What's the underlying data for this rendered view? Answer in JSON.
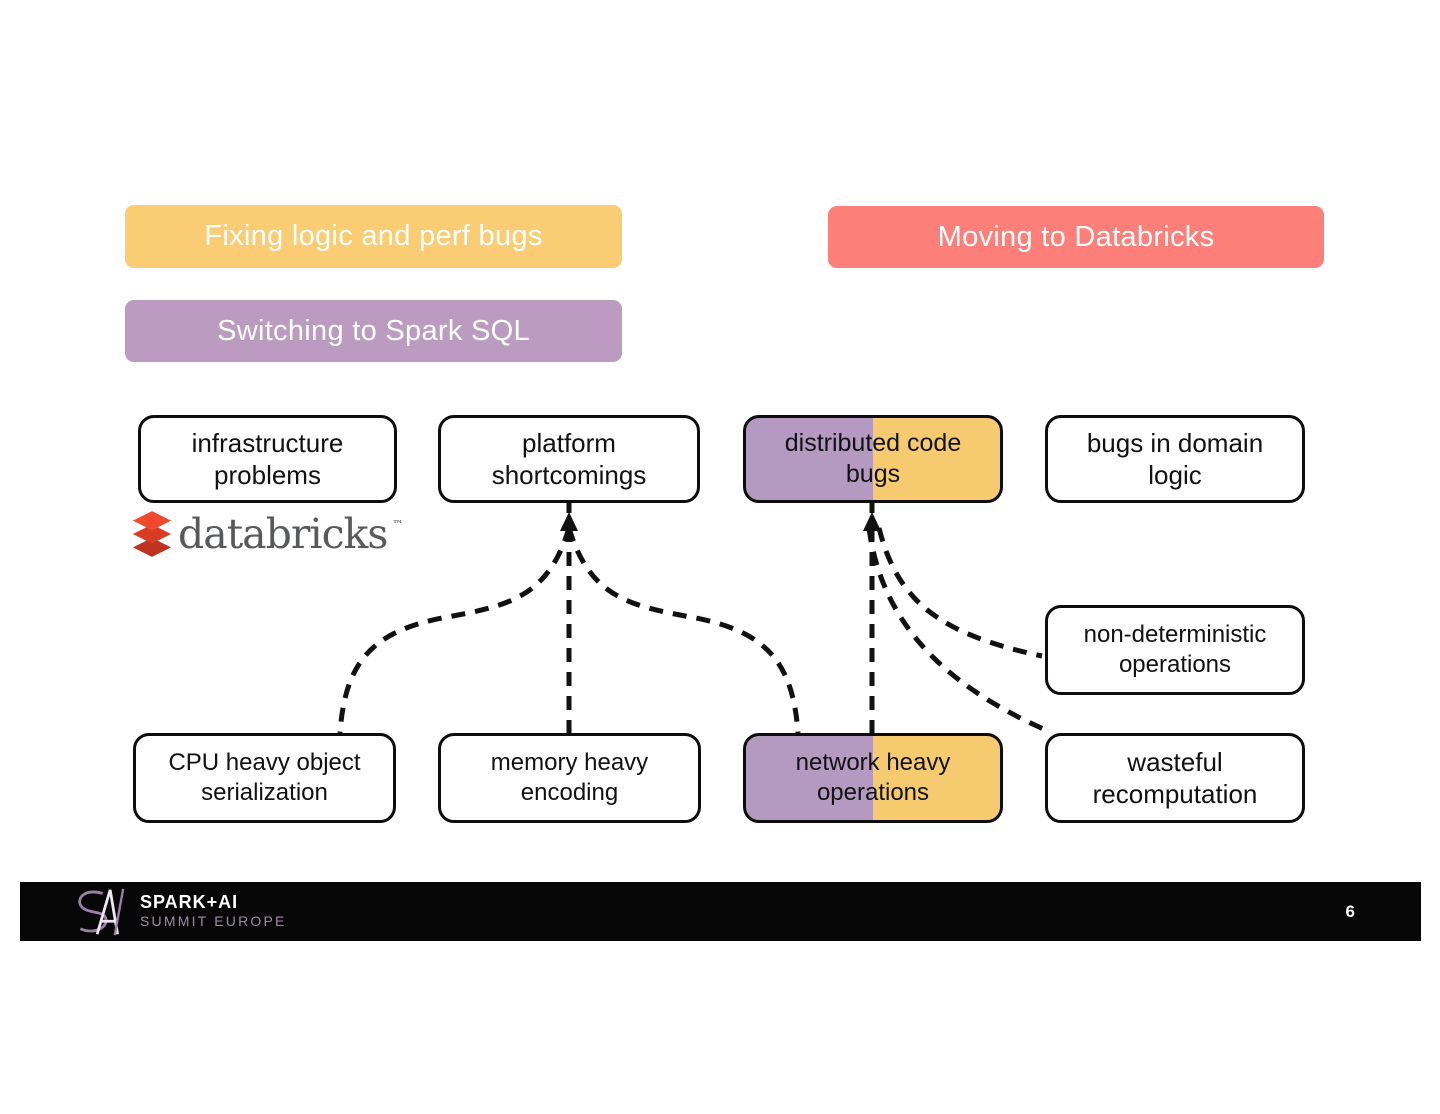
{
  "slide": {
    "page_number": "6"
  },
  "legend": {
    "fixing": {
      "label": "Fixing logic and perf bugs",
      "color": "#FACD74"
    },
    "spark_sql": {
      "label": "Switching to Spark SQL",
      "color": "#BB9BC0"
    },
    "databricks": {
      "label": "Moving to Databricks",
      "color": "#FC7F79"
    }
  },
  "nodes": {
    "infrastructure_problems": {
      "label": "infrastructure problems",
      "fill": "white"
    },
    "platform_shortcomings": {
      "label": "platform shortcomings",
      "fill": "white"
    },
    "distributed_code_bugs": {
      "label": "distributed code bugs",
      "fill": "split-purple-yellow"
    },
    "bugs_in_domain_logic": {
      "label": "bugs in domain logic",
      "fill": "white"
    },
    "non_deterministic_operations": {
      "label": "non-deterministic operations",
      "fill": "white"
    },
    "cpu_heavy_object_serialization": {
      "label": "CPU heavy object serialization",
      "fill": "white"
    },
    "memory_heavy_encoding": {
      "label": "memory heavy encoding",
      "fill": "white"
    },
    "network_heavy_operations": {
      "label": "network heavy operations",
      "fill": "split-purple-yellow"
    },
    "wasteful_recomputation": {
      "label": "wasteful recomputation",
      "fill": "white"
    }
  },
  "edges": [
    {
      "from": "platform_shortcomings",
      "to": "cpu_heavy_object_serialization",
      "style": "dashed"
    },
    {
      "from": "platform_shortcomings",
      "to": "memory_heavy_encoding",
      "style": "dashed"
    },
    {
      "from": "platform_shortcomings",
      "to": "network_heavy_operations",
      "style": "dashed"
    },
    {
      "from": "distributed_code_bugs",
      "to": "network_heavy_operations",
      "style": "dashed"
    },
    {
      "from": "distributed_code_bugs",
      "to": "non_deterministic_operations",
      "style": "dashed"
    },
    {
      "from": "distributed_code_bugs",
      "to": "wasteful_recomputation",
      "style": "dashed"
    }
  ],
  "databricks_logo": {
    "wordmark": "databricks",
    "trademark": "™",
    "icon": "databricks-bricks-icon",
    "icon_color": "#E8432D"
  },
  "footer": {
    "logo": {
      "title": "SPARK+AI",
      "subtitle": "SUMMIT EUROPE",
      "monogram_icon": "spark-ai-monogram"
    },
    "page_number": "6",
    "bar_color": "#070707"
  },
  "colors": {
    "purple": "#B49AC0",
    "yellow": "#F6CA6F",
    "salmon": "#FC7F79",
    "node_border": "#0d0d0d",
    "edge": "#111111"
  }
}
